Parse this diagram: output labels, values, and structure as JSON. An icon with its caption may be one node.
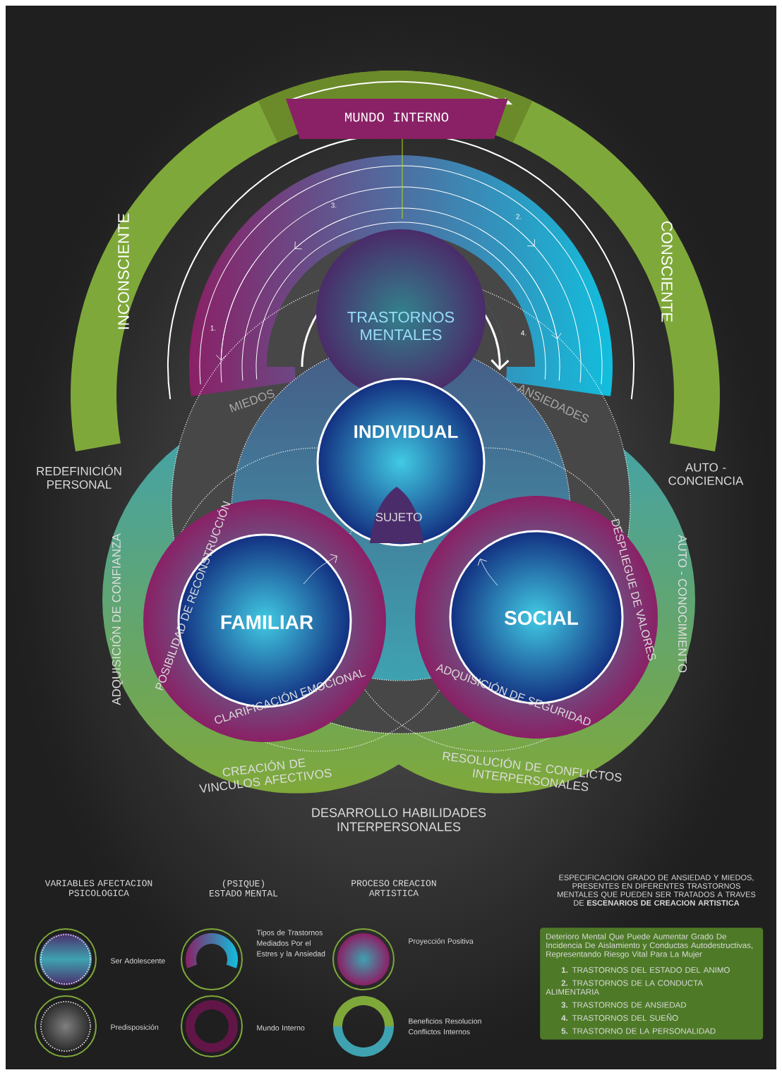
{
  "diagram": {
    "nodes": [
      {
        "text": [
          "MUNDO INTERNO"
        ]
      },
      {
        "text": [
          "TRASTORNOS MENTALES"
        ]
      },
      {
        "text": [
          "INDIVIDUAL"
        ]
      },
      {
        "text": [
          "SUJETO"
        ],
        "in": 2
      },
      {
        "text": [
          "FAMILIAR"
        ]
      },
      {
        "text": [
          "SOCIAL"
        ]
      },
      {
        "text": [
          "ESPECIFICACION GRADO DE ANSIEDAD Y MIEDOS, PRESENTES EN DIFERENTES TRASTORNOS MENTALES QUE PUEDEN SER TRATADOS A TRAVES DE **ESCENARIOS DE CREACION ARTISTICA**",
          "Deterioro Mental Que Puede Aumentar Grado De Incidencia De Aislamiento y Conductas Autodestructivas, Representando Riesgo Vital Para La Mujer",
          "**1.** TRASTORNOS DEL ESTADO DEL ANIMO",
          "**2.** TRASTORNOS DE LA CONDUCTA ALIMENTARIA",
          "**3.** TRASTORNOS DE ANSIEDAD",
          "**4.** TRASTORNOS DEL SUEÑO",
          "**5.** TRASTORNO DE LA PERSONALIDAD"
        ]
      }
    ],
    "labels": [
      "3.",
      "2.",
      "INCONSCIENTE",
      "CONSCIENTE",
      "1.",
      "4.",
      "MIEDOS",
      "ANSIEDADES",
      "REDEFINICIÓN PERSONAL",
      "AUTO - CONCIENCIA",
      "ADQUISICIÓN DE CONFIANZA",
      "POSIBILIDAD DE RECONSTRUCCIÓN",
      "DESPLIEGUE DE VALORES",
      "AUTO - CONOCIMIENTO",
      "CLARIFICACIÓN EMOCIONAL",
      "ADQUISICIÓN DE SEGURIDAD",
      "CREACIÓN DE VINCULOS AFECTIVOS",
      "RESOLUCIÓN DE CONFLICTOS INTERPERSONALES",
      "DESARROLLO HABILIDADES INTERPERSONALES",
      "VARIABLES AFECTACION PSICOLOGICA",
      "(PSIQUE) ESTADO MENTAL",
      "PROCESO CREACION ARTISTICA"
    ],
    "legend": [
      {
        "text": "Ser Adolescente"
      },
      {
        "text": "Tipos de Trastornos Mediados Por el Estres y la Ansiedad"
      },
      {
        "text": "Proyección Positiva"
      },
      {
        "text": "Predisposición"
      },
      {
        "text": "Mundo Interno"
      },
      {
        "text": "Beneficios Resolucion Conflictos Internos"
      }
    ]
  }
}
